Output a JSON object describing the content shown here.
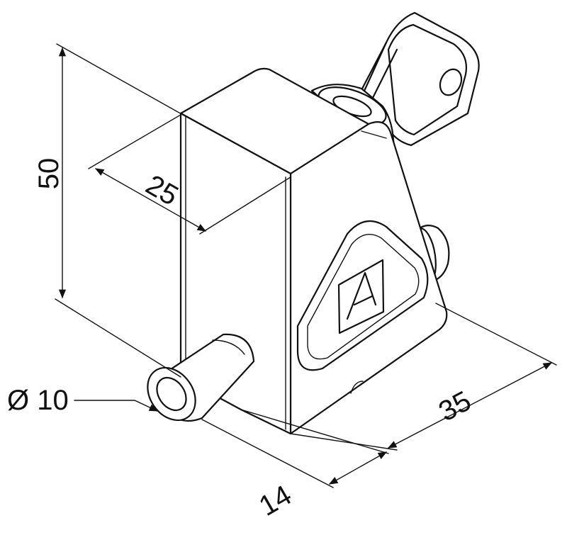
{
  "dimensions": {
    "height": "50",
    "width": "25",
    "depth": "35",
    "bolt_length": "14",
    "bolt_diameter": "Ø 10"
  },
  "colors": {
    "line": "#111111",
    "background": "#ffffff"
  },
  "icons": {
    "logo": "triangle-lock-logo",
    "key": "key-icon"
  }
}
